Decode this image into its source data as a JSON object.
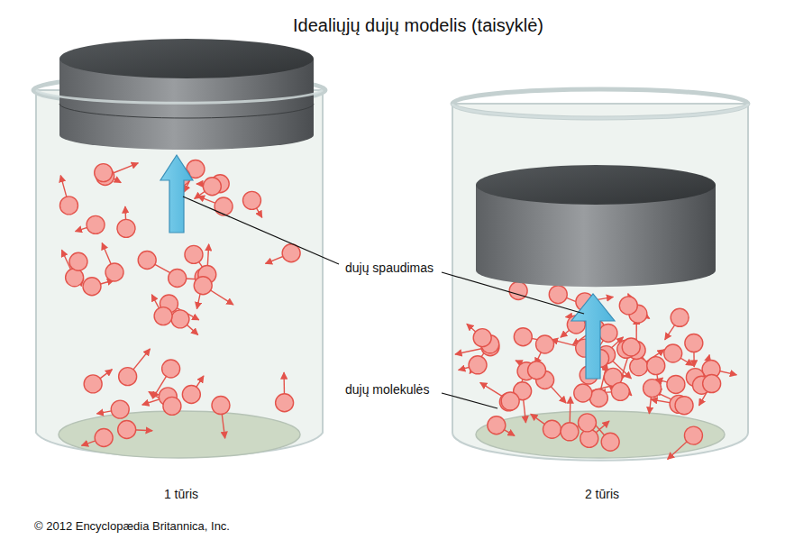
{
  "diagram": {
    "title": "Idealiųjų dujų modelis (taisyklė)",
    "labels": [
      "dujų spaudimas",
      "dujų molekulės",
      "1 tūris",
      "2 tūris",
      "© 2012 Encyclopædia Britannica, Inc."
    ]
  }
}
